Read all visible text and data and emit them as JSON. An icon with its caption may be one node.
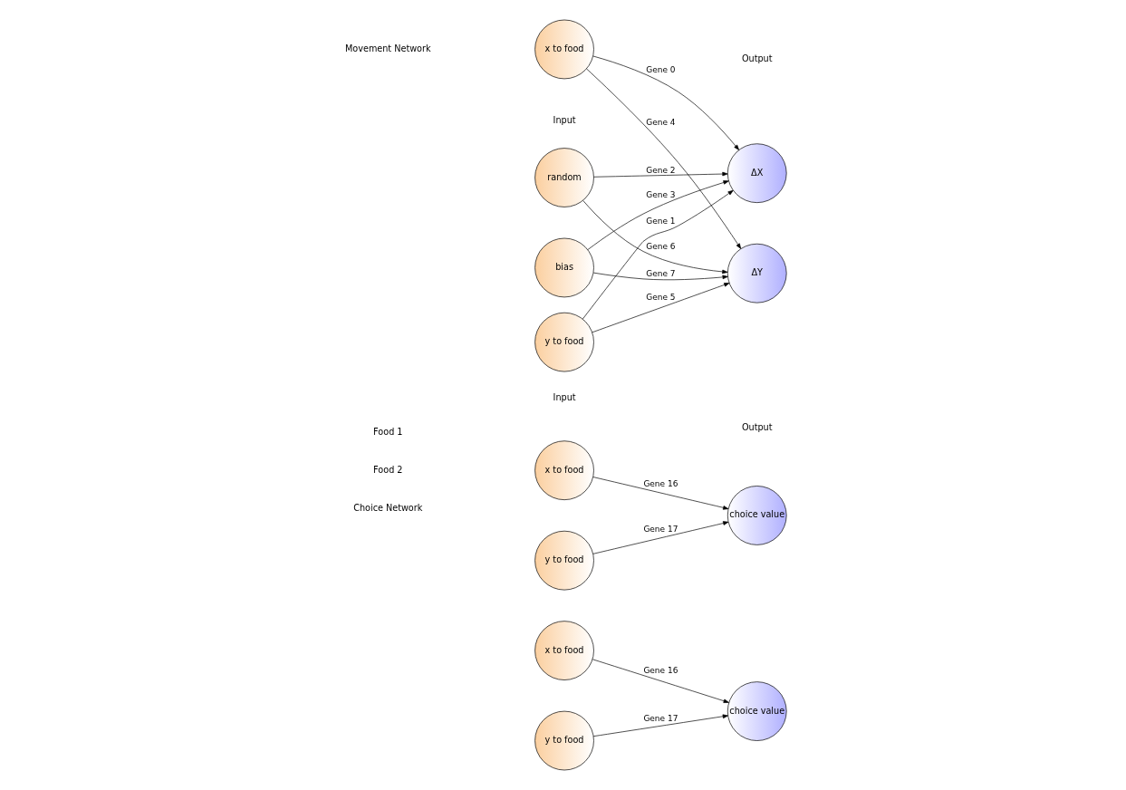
{
  "diagram": {
    "nodes": [
      {
        "text": [
          "x to food"
        ]
      },
      {
        "text": [
          "y to food"
        ]
      },
      {
        "text": [
          "choice value"
        ]
      },
      {
        "text": [
          "x to food"
        ]
      },
      {
        "text": [
          "y to food"
        ]
      },
      {
        "text": [
          "choice value"
        ]
      },
      {
        "text": [
          "x to food"
        ]
      },
      {
        "text": [
          "y to food"
        ]
      },
      {
        "text": [
          "random"
        ]
      },
      {
        "text": [
          "bias"
        ]
      },
      {
        "text": [
          "ΔX"
        ]
      },
      {
        "text": [
          "ΔY"
        ]
      }
    ],
    "edges": [
      {
        "from": 0,
        "to": 2,
        "arrow": "to",
        "label": "Gene 16"
      },
      {
        "from": 1,
        "to": 2,
        "arrow": "to",
        "label": "Gene 17"
      },
      {
        "from": 3,
        "to": 5,
        "arrow": "to",
        "label": "Gene 16"
      },
      {
        "from": 4,
        "to": 5,
        "arrow": "to",
        "label": "Gene 17"
      },
      {
        "from": 6,
        "to": 10,
        "arrow": "to",
        "label": "Gene 0"
      },
      {
        "from": 6,
        "to": 11,
        "arrow": "to",
        "label": "Gene 4"
      },
      {
        "from": 7,
        "to": 10,
        "arrow": "to",
        "label": "Gene 1"
      },
      {
        "from": 7,
        "to": 11,
        "arrow": "to",
        "label": "Gene 5"
      },
      {
        "from": 8,
        "to": 10,
        "arrow": "to",
        "label": "Gene 2"
      },
      {
        "from": 8,
        "to": 11,
        "arrow": "to",
        "label": "Gene 6"
      },
      {
        "from": 9,
        "to": 10,
        "arrow": "to",
        "label": "Gene 3"
      },
      {
        "from": 9,
        "to": 11,
        "arrow": "to",
        "label": "Gene 7"
      }
    ],
    "labels": [
      "Choice Network",
      "Movement Network",
      "Input",
      "Output",
      "Input",
      "Output",
      "Food 1",
      "Food 2"
    ]
  }
}
